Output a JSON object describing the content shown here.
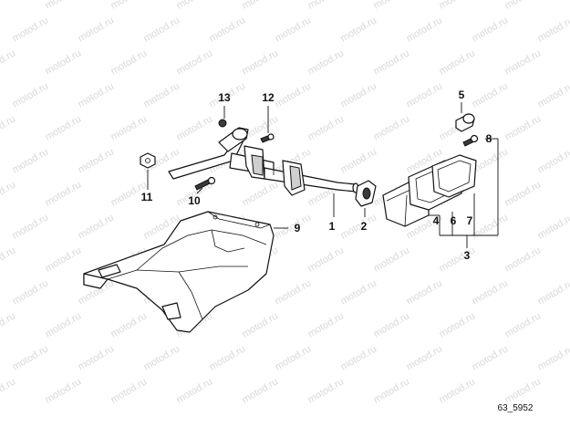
{
  "watermark": "motod.ru",
  "drawing_code": "63_5952",
  "callouts": [
    {
      "id": "c1",
      "label": "1"
    },
    {
      "id": "c2",
      "label": "2"
    },
    {
      "id": "c3",
      "label": "3"
    },
    {
      "id": "c4",
      "label": "4"
    },
    {
      "id": "c5",
      "label": "5"
    },
    {
      "id": "c6",
      "label": "6"
    },
    {
      "id": "c7",
      "label": "7"
    },
    {
      "id": "c8",
      "label": "8"
    },
    {
      "id": "c9",
      "label": "9"
    },
    {
      "id": "c10",
      "label": "10"
    },
    {
      "id": "c11",
      "label": "11"
    },
    {
      "id": "c12",
      "label": "12"
    },
    {
      "id": "c13",
      "label": "13"
    }
  ]
}
